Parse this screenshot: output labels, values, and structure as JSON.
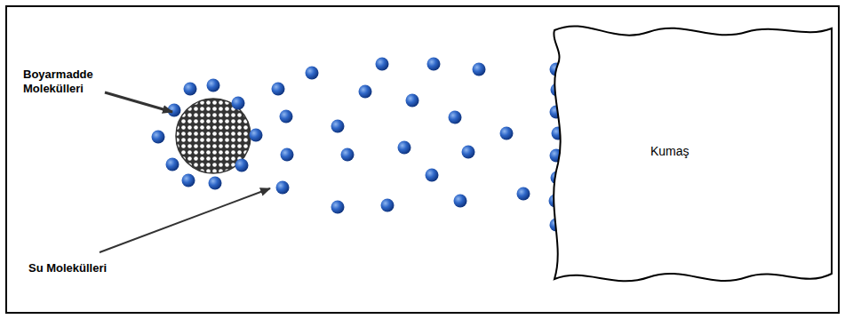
{
  "diagram": {
    "nodes": [
      {
        "text": [
          "Kumaş"
        ]
      }
    ],
    "labels": [
      "Boyarmadde Molekülleri",
      "Su Molekülleri"
    ]
  }
}
